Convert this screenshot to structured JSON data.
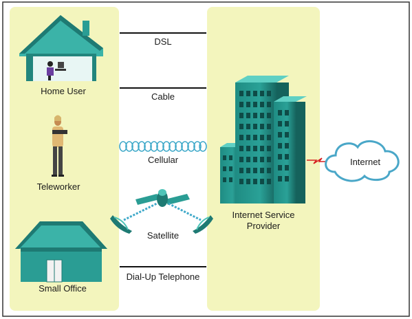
{
  "clients": {
    "home_user": "Home User",
    "teleworker": "Teleworker",
    "small_office": "Small Office"
  },
  "connections": {
    "dsl": "DSL",
    "cable": "Cable",
    "cellular": "Cellular",
    "satellite": "Satellite",
    "dialup": "Dial-Up Telephone"
  },
  "provider": {
    "label_line1": "Internet Service",
    "label_line2": "Provider"
  },
  "internet": {
    "label": "Internet"
  },
  "colors": {
    "panel": "#f3f5bd",
    "teal": "#2a9d94",
    "teal_dark": "#1b6f69",
    "teal_light": "#4fc4b8",
    "cable_line": "#111111",
    "wave": "#3fa9c9",
    "serial_link": "#d62020",
    "cloud_stroke": "#4aa7c8"
  },
  "icons": {
    "house": "home-icon",
    "person": "teleworker-person-icon",
    "office": "small-office-icon",
    "satellite": "satellite-icon",
    "dish": "satellite-dish-icon",
    "isp": "isp-building-icon",
    "cloud": "internet-cloud-icon"
  }
}
